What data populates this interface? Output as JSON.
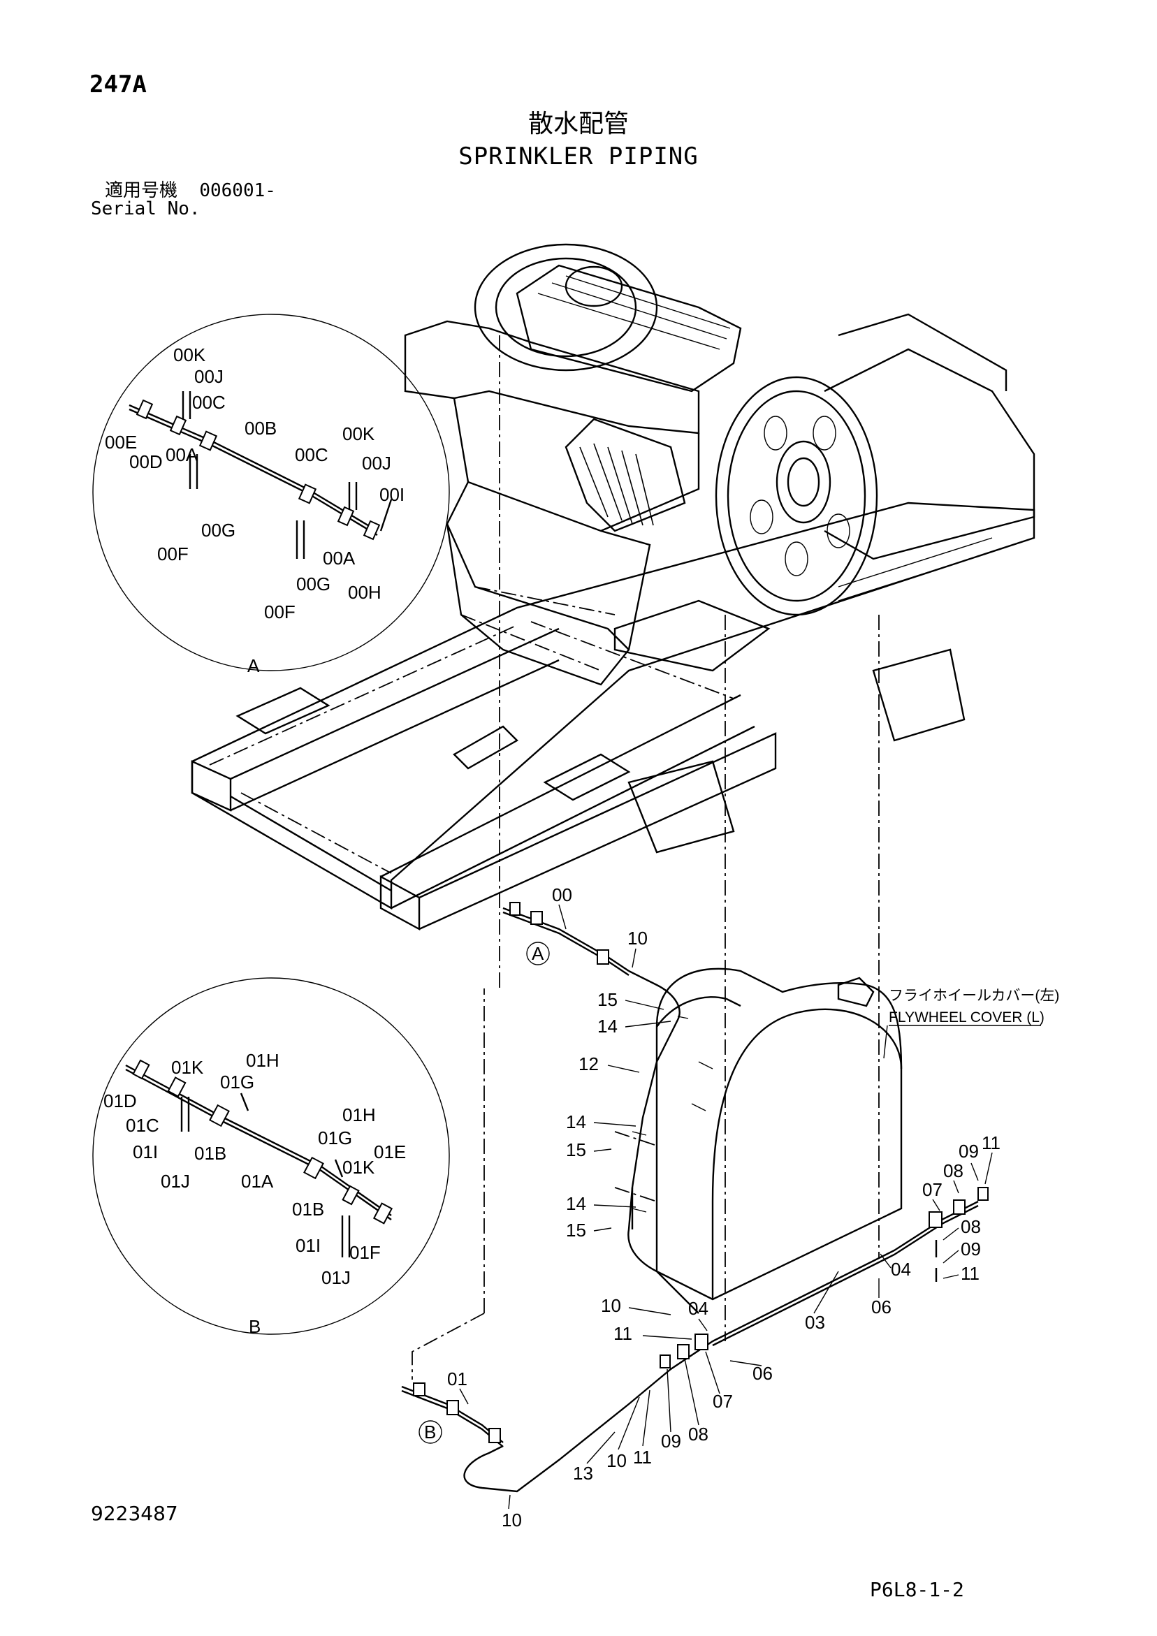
{
  "header": {
    "code": "247A",
    "title_jp": "散水配管",
    "title_en": "SPRINKLER PIPING",
    "serial_label_jp": "適用号機",
    "serial_value": "006001-",
    "serial_label_en": "Serial No."
  },
  "footer": {
    "doc_number": "9223487",
    "page_id": "P6L8-1-2"
  },
  "detail_a": {
    "name": "A",
    "labels": [
      "00K",
      "00J",
      "00C",
      "00E",
      "00D",
      "00A",
      "00B",
      "00C",
      "00K",
      "00J",
      "00I",
      "00G",
      "00F",
      "00A",
      "00G",
      "00H",
      "00F"
    ]
  },
  "detail_b": {
    "name": "B",
    "labels": [
      "01H",
      "01K",
      "01G",
      "01D",
      "01C",
      "01I",
      "01B",
      "01J",
      "01A",
      "01H",
      "01G",
      "01E",
      "01K",
      "01B",
      "01I",
      "01F",
      "01J"
    ]
  },
  "callouts": {
    "a_marker": "A",
    "b_marker": "B",
    "main": [
      "00",
      "10",
      "15",
      "14",
      "12",
      "14",
      "15",
      "14",
      "15",
      "10",
      "04",
      "11",
      "01",
      "13",
      "10",
      "11",
      "09",
      "08",
      "07",
      "06",
      "03",
      "06",
      "04",
      "07",
      "08",
      "09",
      "11",
      "08",
      "09",
      "11",
      "10"
    ]
  },
  "flywheel_cover": {
    "label_jp": "フライホイールカバー(左)",
    "label_en": "FLYWHEEL COVER (L)"
  }
}
